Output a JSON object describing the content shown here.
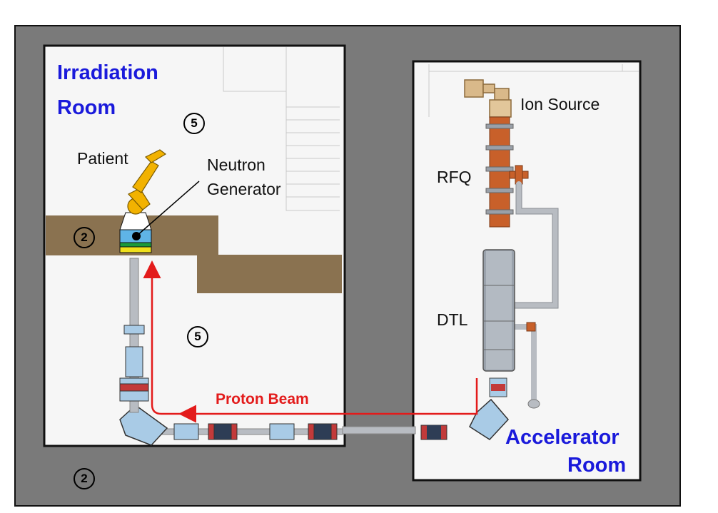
{
  "rooms": {
    "irradiation": {
      "line1": "Irradiation",
      "line2": "Room"
    },
    "accelerator": {
      "line1": "Accelerator",
      "line2": "Room"
    }
  },
  "components": {
    "ion_source": "Ion Source",
    "rfq": "RFQ",
    "dtl": "DTL",
    "patient": "Patient",
    "neutron_generator_line1": "Neutron",
    "neutron_generator_line2": "Generator"
  },
  "beam": {
    "label": "Proton Beam",
    "color": "#e31b1b"
  },
  "zone_markers": {
    "irradiation_upper": "5",
    "irradiation_lower": "5",
    "shield_wall": "2",
    "outer": "2"
  },
  "colors": {
    "outer_shielding": "#7a7a7a",
    "room_floor": "#f6f6f6",
    "shield_wall": "#8a7250",
    "room_label": "#1a1adb",
    "beam_pipe": "#b8bcc2",
    "magnet_blue": "#a9cbe6",
    "copper": "#c8602a"
  }
}
